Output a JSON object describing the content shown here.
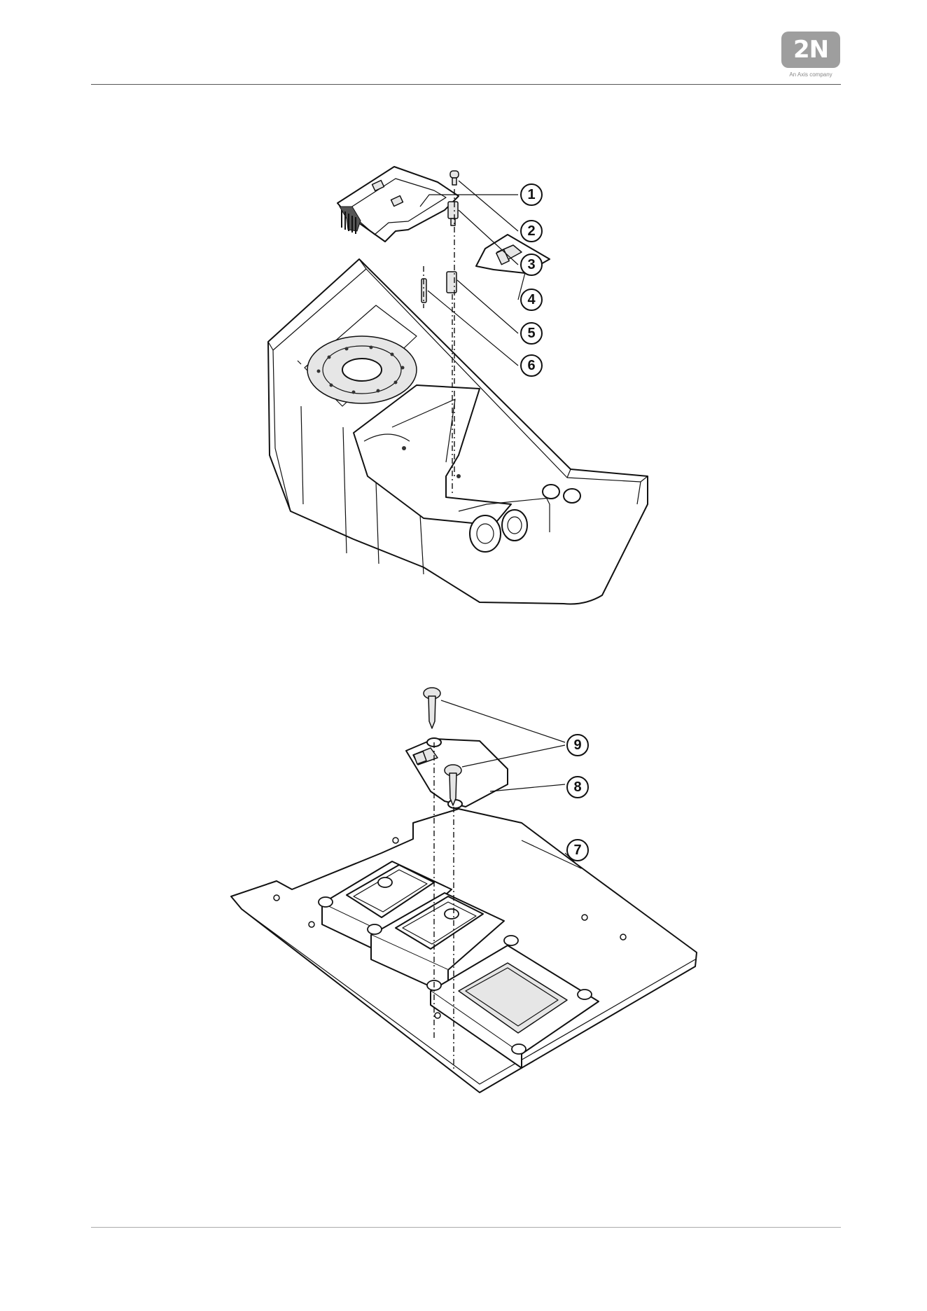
{
  "header": {
    "logo_text": "2N",
    "logo_subtitle": "An Axis company"
  },
  "figure1": {
    "callouts": [
      "1",
      "2",
      "3",
      "4",
      "5",
      "6"
    ]
  },
  "figure2": {
    "callouts": [
      "9",
      "8",
      "7"
    ]
  }
}
